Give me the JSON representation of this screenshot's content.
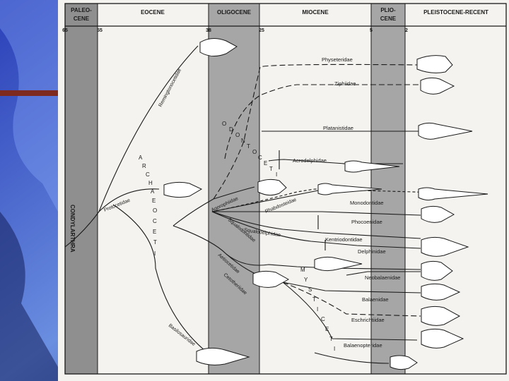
{
  "epochs": {
    "paleocene": [
      "PALEO-",
      "CENE"
    ],
    "eocene": "EOCENE",
    "oligocene": "OLIGOCENE",
    "miocene": "MIOCENE",
    "pliocene": [
      "PLIO-",
      "CENE"
    ],
    "pleistocene_recent": "PLEISTOCENE-RECENT"
  },
  "time_ticks": [
    "65",
    "55",
    "38",
    "25",
    "5",
    "2"
  ],
  "root_label": "CONDYLARTHRA",
  "suborders": {
    "archaeoceti": [
      "A",
      "R",
      "C",
      "H",
      "A",
      "E",
      "O",
      "C",
      "E",
      "T",
      "I"
    ],
    "odontoceti": [
      "O",
      "D",
      "O",
      "N",
      "T",
      "O",
      "C",
      "E",
      "T",
      "I"
    ],
    "mysticeti": [
      "M",
      "Y",
      "S",
      "T",
      "I",
      "C",
      "E",
      "T",
      "I"
    ]
  },
  "families": {
    "protocetidae": "Protocetidae",
    "basilosauridae": "Basilosauridae",
    "remingtonocetidae": "Remingtonocetidae",
    "agorophiidae": "Agorophiidae",
    "rhabdosteidae": "Rhabdosteidae",
    "squalodelphidae": "Squalodelphidae",
    "squalodontidae": "Squalodontidae",
    "aetiocetidae": "Aetiocetidae",
    "cetotheriidae": "Cetotheriidae",
    "physeteridae": "Physeteridae",
    "ziphiidae": "Ziphiidae",
    "platanistidae": "Platanistidae",
    "acrodelphidae": "Acrodelphidae",
    "monodontidae": "Monodontidae",
    "phocoenidae": "Phocoenidae",
    "kentriodontidae": "Kentriodontidae",
    "delphinidae": "Delphinidae",
    "neobalaenidae": "Neobalaenidae",
    "balaenidae": "Balaenidae",
    "eschrichtiidae": "Eschrichtiidae",
    "balaenopteridae": "Balaenopteridae"
  },
  "colors": {
    "background": "#1a2a8c",
    "panel": "#f4f3ef",
    "shaded_band": "#8f8f8f",
    "ink": "#1a1a1a"
  }
}
